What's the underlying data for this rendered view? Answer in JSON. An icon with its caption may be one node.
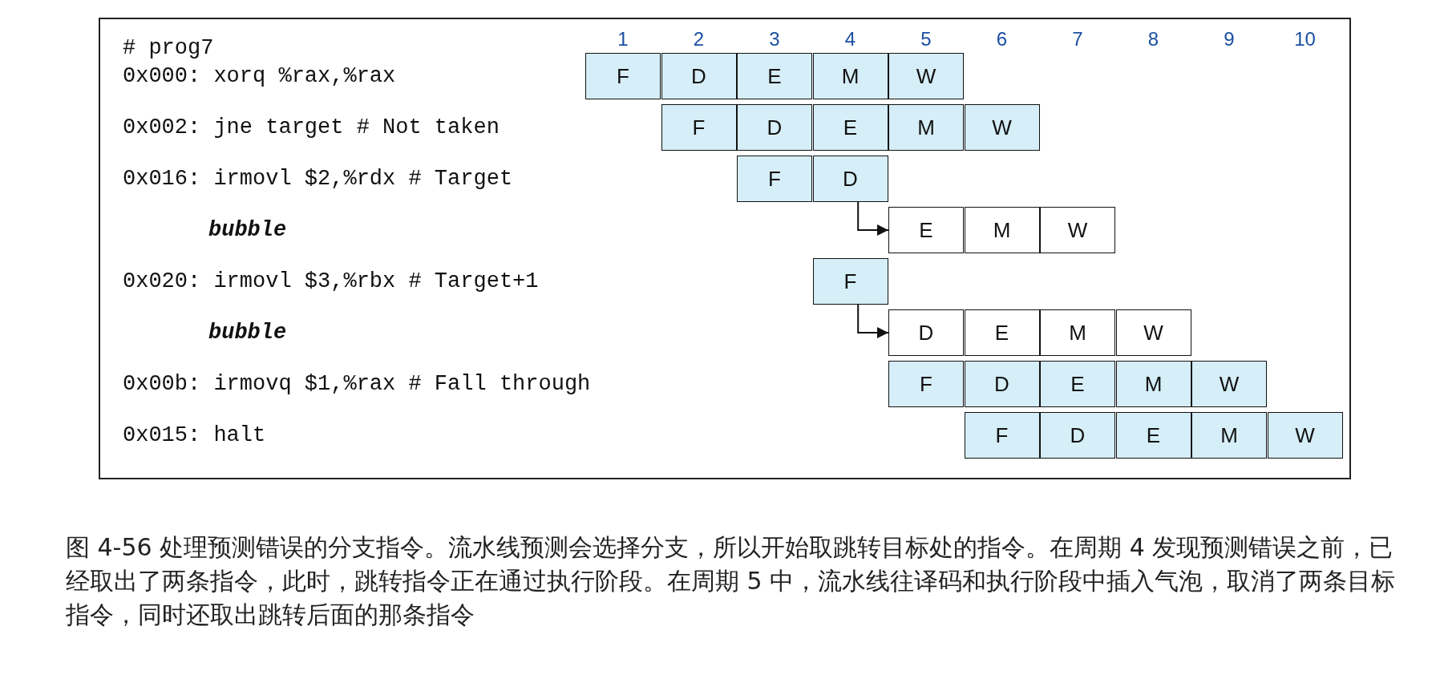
{
  "diagram": {
    "caption": "图 4-56 处理预测错误的分支指令。流水线预测会选择分支，所以开始取跳转目标处的指令。在周期 4 发现预测错误之前，已经取出了两条指令，此时，跳转指令正在通过执行阶段。在周期 5 中，流水线往译码和执行阶段中插入气泡，取消了两条目标指令，同时还取出跳转后面的那条指令",
    "nodes": [
      {
        "text": [
          "F"
        ]
      },
      {
        "text": [
          "D"
        ]
      },
      {
        "text": [
          "E"
        ]
      },
      {
        "text": [
          "M"
        ]
      },
      {
        "text": [
          "W"
        ]
      },
      {
        "text": [
          "F"
        ]
      },
      {
        "text": [
          "D"
        ]
      },
      {
        "text": [
          "E"
        ]
      },
      {
        "text": [
          "M"
        ]
      },
      {
        "text": [
          "W"
        ]
      },
      {
        "text": [
          "F"
        ]
      },
      {
        "text": [
          "D"
        ]
      },
      {
        "text": [
          "E"
        ]
      },
      {
        "text": [
          "M"
        ]
      },
      {
        "text": [
          "W"
        ]
      },
      {
        "text": [
          "F"
        ]
      },
      {
        "text": [
          "D"
        ]
      },
      {
        "text": [
          "E"
        ]
      },
      {
        "text": [
          "M"
        ]
      },
      {
        "text": [
          "W"
        ]
      },
      {
        "text": [
          "F"
        ]
      },
      {
        "text": [
          "D"
        ]
      },
      {
        "text": [
          "E"
        ]
      },
      {
        "text": [
          "M"
        ]
      },
      {
        "text": [
          "W"
        ]
      },
      {
        "text": [
          "F"
        ]
      },
      {
        "text": [
          "D"
        ]
      },
      {
        "text": [
          "E"
        ]
      },
      {
        "text": [
          "M"
        ]
      },
      {
        "text": [
          "W"
        ]
      }
    ],
    "edges": [
      {
        "from": 11,
        "to": 12,
        "arrow": "to"
      },
      {
        "from": 15,
        "to": 16,
        "arrow": "to"
      }
    ],
    "labels": [
      "# prog7",
      "1",
      "2",
      "3",
      "4",
      "5",
      "6",
      "7",
      "8",
      "9",
      "10",
      "0x000: xorq %rax,%rax",
      "0x002: jne target # Not taken",
      "0x016: irmovl $2,%rdx # Target",
      "bubble",
      "0x020: irmovl $3,%rbx # Target+1",
      "bubble",
      "0x00b: irmovq $1,%rax # Fall through",
      "0x015: halt"
    ]
  }
}
